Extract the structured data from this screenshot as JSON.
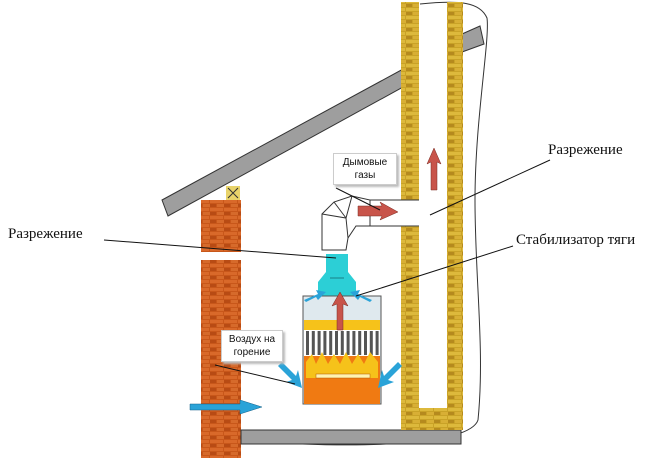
{
  "diagram": {
    "title": "Схема тяги газового котла с стабилизатором тяги",
    "labels": {
      "rarefaction_left": "Разрежение",
      "rarefaction_right": "Разрежение",
      "draft_stabilizer": "Стабилизатор тяги",
      "flue_gases_line1": "Дымовые",
      "flue_gases_line2": "газы",
      "combustion_air_line1": "Воздух на",
      "combustion_air_line2": "горение"
    },
    "colors": {
      "brick_red": "#c8571a",
      "brick_yellow": "#c9a227",
      "roof_gray": "#9e9e9e",
      "stabilizer_cyan": "#2ccfd6",
      "boiler_orange": "#f07a12",
      "flame_yellow": "#f6c21a",
      "air_arrow_blue": "#2aa3d8",
      "gas_arrow_red": "#c8544a"
    }
  }
}
